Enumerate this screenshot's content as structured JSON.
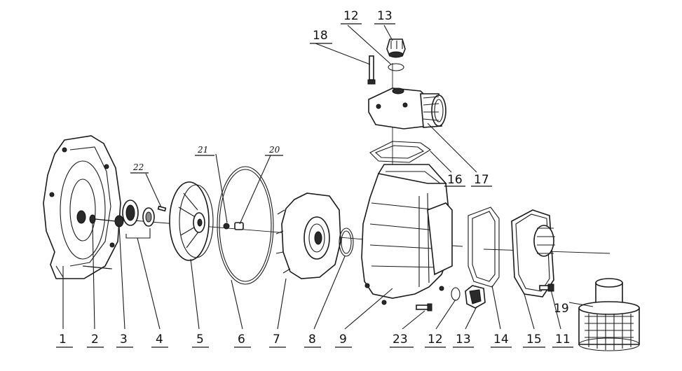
{
  "part_numbers": {
    "p1": "1",
    "p2": "2",
    "p3": "3",
    "p4": "4",
    "p5": "5",
    "p6": "6",
    "p7": "7",
    "p8": "8",
    "p9": "9",
    "p23": "23",
    "p12b": "12",
    "p13b": "13",
    "p14": "14",
    "p15": "15",
    "p11": "11",
    "p19": "19",
    "p16": "16",
    "p17": "17",
    "p18": "18",
    "p12t": "12",
    "p13t": "13",
    "p21": "21",
    "p20": "20",
    "p22": "22"
  }
}
